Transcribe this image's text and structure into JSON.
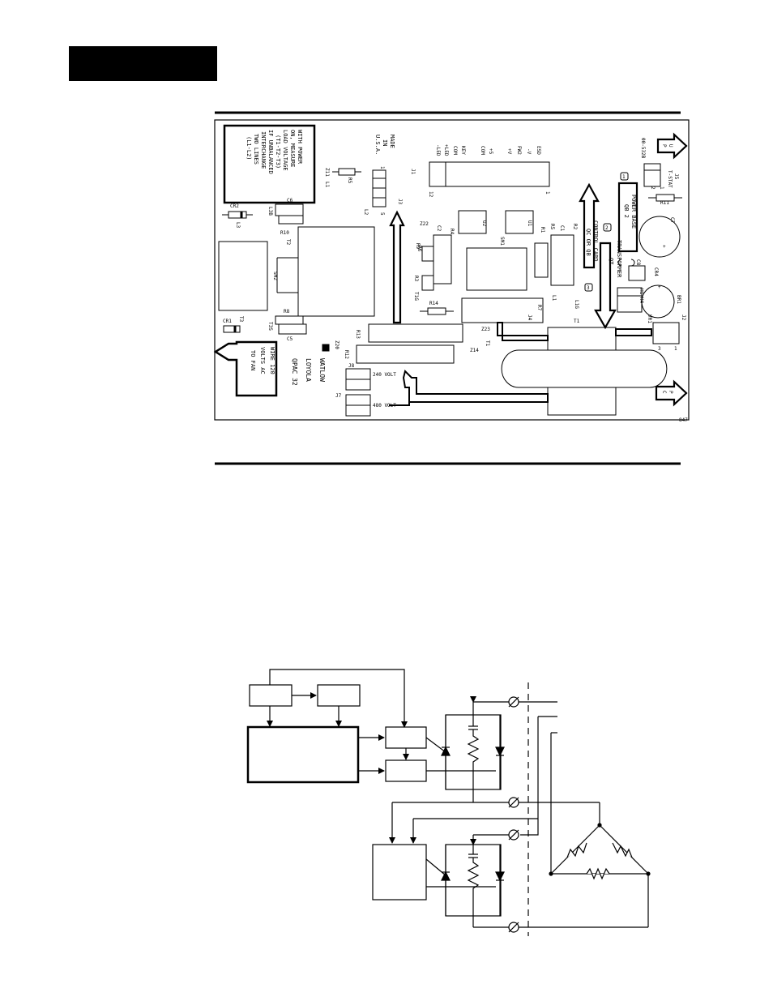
{
  "header_block": {
    "color": "#000000"
  },
  "board": {
    "note_box": [
      "WITH POWER",
      "ON, MEASURE",
      "LOAD VOLTAGE",
      "(T1-T2-T3)",
      "IF UNBALANCED",
      "INTERCHANGE",
      "TWO LINES",
      "(L1-L2)"
    ],
    "made_in": [
      "MADE",
      "IN",
      "U.S.A."
    ],
    "part_no": "00-532B",
    "brand": [
      "WATLOW",
      "LOYOLA",
      "QPAC 32"
    ],
    "fan_arrow": [
      "WIRE 120",
      "VOLTS AC",
      "TO FAN"
    ],
    "label_240": "240 VOLT",
    "label_480": "480 VOLT",
    "power_base": [
      "POWER BASE",
      "QB 2"
    ],
    "control_card": [
      "CONTROL CARD",
      "QC OR QB"
    ],
    "transformer": [
      "TRANSFORMER",
      "QT"
    ],
    "j1_pins": [
      "ESD",
      "-V",
      "FW2",
      "+V",
      "+5",
      "COM",
      "KEY",
      "COM",
      "+LED",
      "-LED"
    ],
    "right_arrow_top": [
      "U",
      "P"
    ],
    "right_arrow_bottom": [
      "P",
      "C"
    ],
    "callouts": {
      "one": "1",
      "two": "2",
      "three": "3"
    },
    "j5": [
      "J5",
      "T-STAT"
    ],
    "corner_code": "847",
    "refs": {
      "z11": "Z11",
      "l1a": "L1",
      "r5": "R5",
      "cr2": "CR2",
      "l3": "L3",
      "c6": "C6",
      "l3b": "L3B",
      "r10": "R10",
      "t2": "T2",
      "sm2": "SM2",
      "t3": "T3",
      "cr1": "CR1",
      "t3b": "T3S",
      "r8": "R8",
      "c5": "C5",
      "r13": "R13",
      "z20": "Z20",
      "r12": "R12",
      "j8": "J8",
      "j7": "J7",
      "j3": "J3",
      "j1": "J1",
      "l2": "L2",
      "pin1": "1",
      "pin5": "5",
      "pin12": "12",
      "pin1b": "1",
      "z22": "Z22",
      "c2": "C2",
      "r4": "R4",
      "u2": "U2",
      "u1": "U1",
      "r6": "R6",
      "r9": "R9",
      "r3": "R3",
      "t1g": "T1G",
      "r14": "R14",
      "sm1": "SM1",
      "r5b": "R5",
      "c1": "C1",
      "r2": "R2",
      "r1": "R1",
      "l1b": "L1",
      "l1g": "L1G",
      "r7": "R7",
      "j4": "J4",
      "z23": "Z23",
      "z14": "Z14",
      "t1a": "T1",
      "t1b": "T1",
      "c8": "C8",
      "cr4": "CR4",
      "h1": "H1-H4",
      "r11": "R11",
      "c7": "C7",
      "br1": "BR1",
      "vr1": "VR1",
      "j2": "J2",
      "plus1": "+",
      "plus2": "+",
      "n2": "2",
      "n1": "1",
      "n3": "3",
      "n1b": "1"
    }
  }
}
